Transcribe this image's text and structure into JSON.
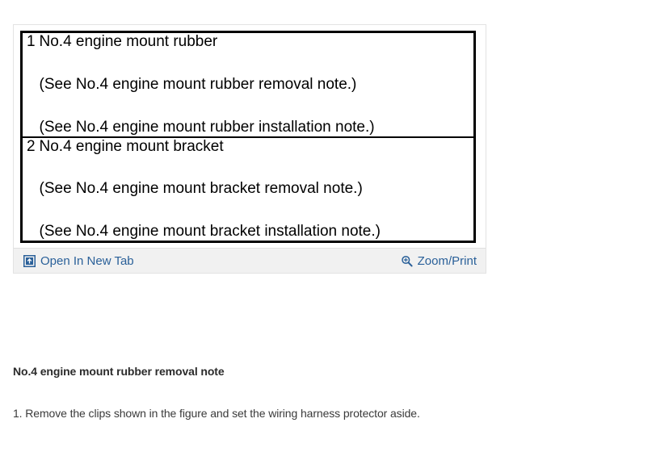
{
  "figure": {
    "table": {
      "rows": [
        {
          "number": "1",
          "lines": [
            "No.4 engine mount rubber",
            "(See No.4 engine mount rubber removal note.)",
            "(See No.4 engine mount rubber installation note.)"
          ]
        },
        {
          "number": "2",
          "lines": [
            "No.4 engine mount bracket",
            "(See No.4 engine mount bracket removal note.)",
            "(See No.4 engine mount bracket installation note.)"
          ]
        }
      ]
    },
    "actions": {
      "open_new_tab_label": "Open In New Tab",
      "open_new_tab_icon": "open-in-new-tab-icon",
      "zoom_print_label": "Zoom/Print",
      "zoom_print_icon": "magnifier-plus-icon",
      "link_color": "#2a6099",
      "bar_background": "#f1f1f1"
    }
  },
  "note": {
    "heading": "No.4 engine mount rubber removal note",
    "step": "1. Remove the clips shown in the figure and set the wiring harness protector aside."
  }
}
